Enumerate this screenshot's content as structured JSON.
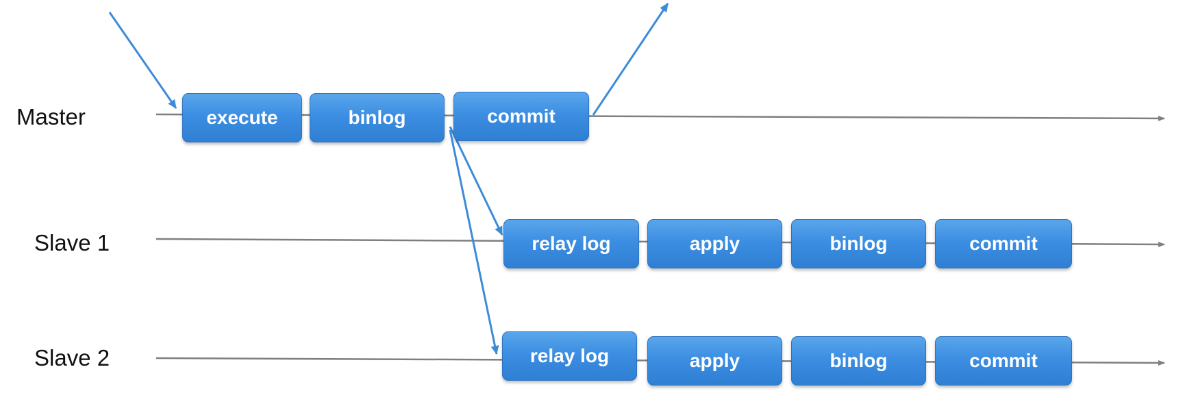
{
  "rows": [
    {
      "label": "Master",
      "steps": [
        "execute",
        "binlog",
        "commit"
      ]
    },
    {
      "label": "Slave 1",
      "steps": [
        "relay log",
        "apply",
        "binlog",
        "commit"
      ]
    },
    {
      "label": "Slave 2",
      "steps": [
        "relay log",
        "apply",
        "binlog",
        "commit"
      ]
    }
  ],
  "colors": {
    "box": "#3c8ee2",
    "timeline": "#7f7f7f",
    "arrow": "#3d8bd8"
  }
}
